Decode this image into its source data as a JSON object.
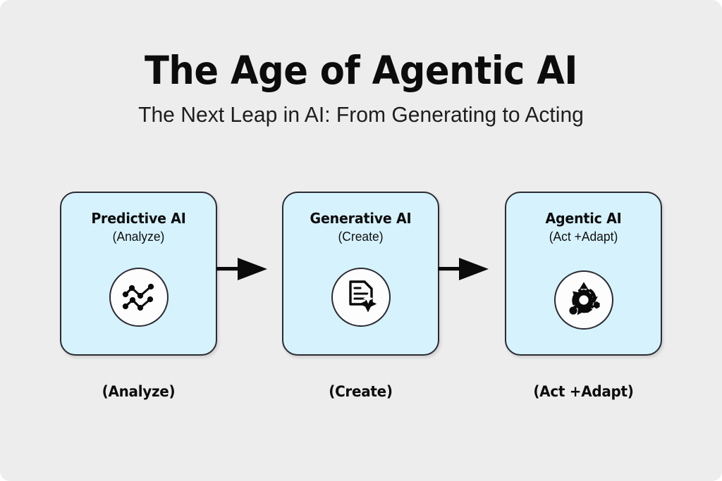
{
  "slide": {
    "background_color": "#eeeded",
    "title": "The Age of Agentic AI",
    "subtitle": "The Next Leap in AI: From Generating to Acting"
  },
  "theme": {
    "card_fill": "#d6f2fd",
    "card_border": "#2b2b33",
    "icon_circle_fill": "#fdfdfd",
    "ink": "#0c0c0c"
  },
  "cards": [
    {
      "title": "Predictive AI",
      "subtitle": "(Analyze)",
      "icon": "line-chart-icon",
      "caption": "(Analyze)"
    },
    {
      "title": "Generative AI",
      "subtitle": "(Create)",
      "icon": "document-sparkle-icon",
      "caption": "(Create)"
    },
    {
      "title": "Agentic AI",
      "subtitle": "(Act +Adapt)",
      "icon": "gear-cycle-icon",
      "caption": "(Act +Adapt)"
    }
  ],
  "connectors": [
    {
      "name": "arrow-right-icon",
      "from": "Predictive AI",
      "to": "Generative AI"
    },
    {
      "name": "arrow-right-icon",
      "from": "Generative AI",
      "to": "Agentic AI"
    }
  ]
}
